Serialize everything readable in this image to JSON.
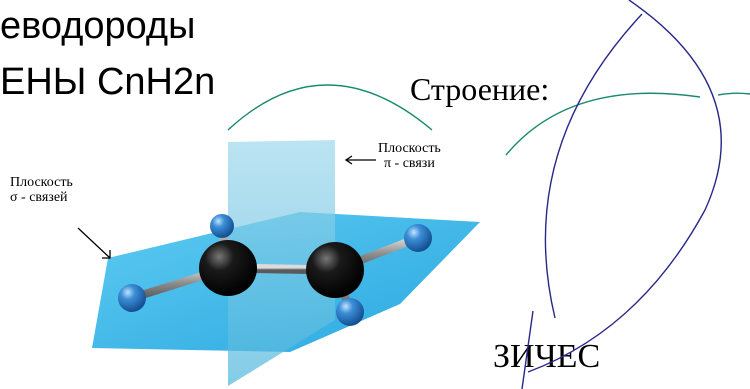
{
  "slide": {
    "title_line_1": "еводороды",
    "title_line_2": "ЕНЫ CnH2n",
    "structure_label": "Строение:",
    "bottom_partial_text": "ЗИЧЕС"
  },
  "diagram": {
    "label_sigma_plane_line1": "Плоскость",
    "label_sigma_plane_line2": "σ - связей",
    "label_pi_plane_line1": "Плоскость",
    "label_pi_plane_line2": "π - связи"
  },
  "colors": {
    "plane": "#33b6e8",
    "carbon": "#111111",
    "hydrogen": "#2a78c8",
    "curve_teal": "#1a8a70",
    "curve_navy": "#28288a"
  }
}
